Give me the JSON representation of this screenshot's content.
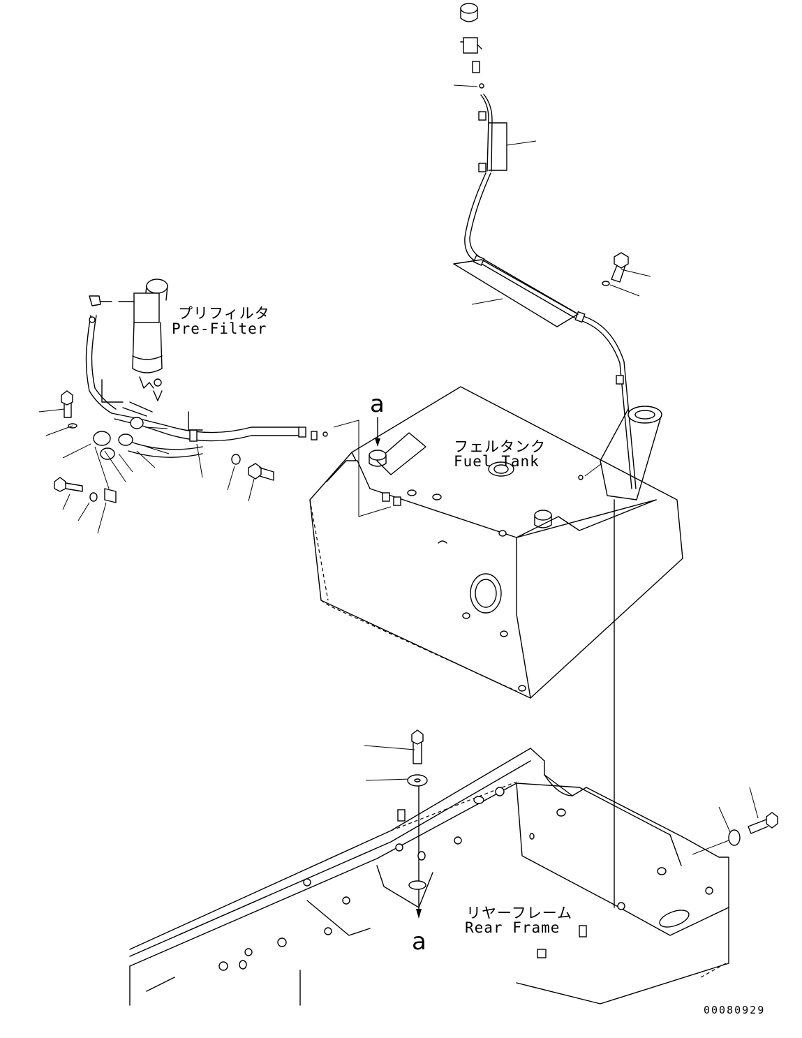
{
  "labels": {
    "prefilter_jp": "プリフィルタ",
    "prefilter_en": "Pre-Filter",
    "fueltank_jp": "フェルタンク",
    "fueltank_en": "Fuel Tank",
    "rearframe_jp": "リヤーフレーム",
    "rearframe_en": "Rear Frame",
    "ref_a_top": "a",
    "ref_a_bottom": "a"
  },
  "figure_number": "00080929"
}
